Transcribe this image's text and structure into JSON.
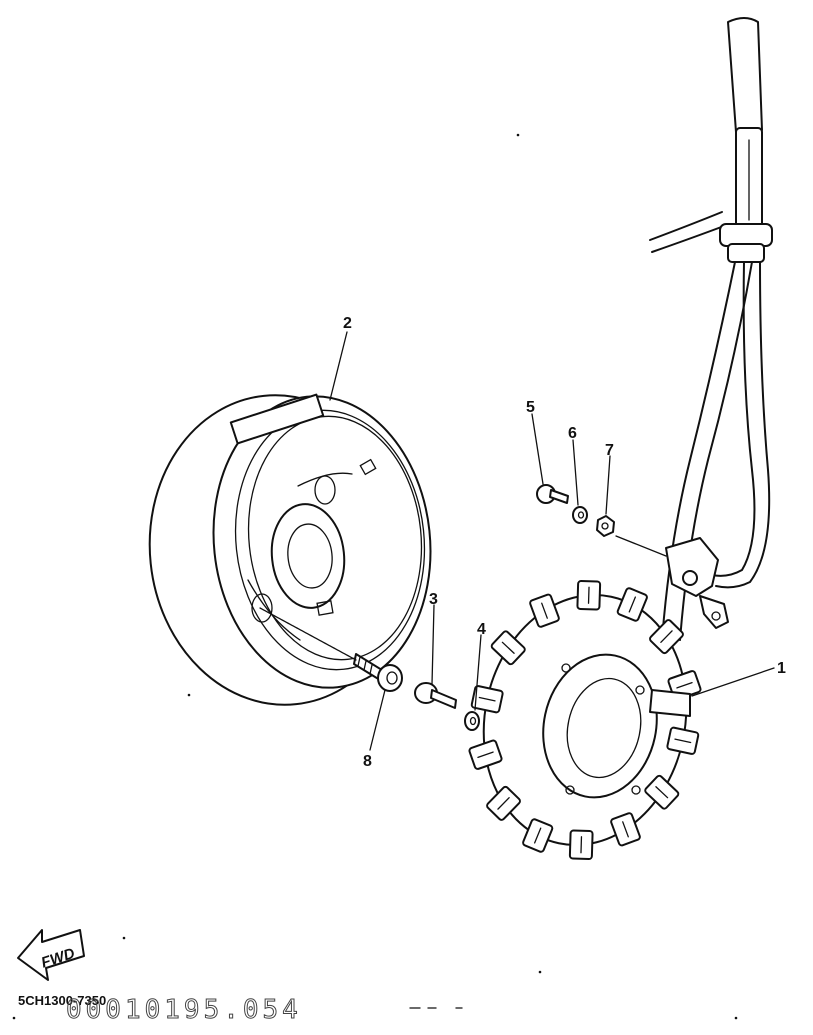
{
  "callouts": [
    {
      "id": "1",
      "label": "1"
    },
    {
      "id": "2",
      "label": "2"
    },
    {
      "id": "3",
      "label": "3"
    },
    {
      "id": "4",
      "label": "4"
    },
    {
      "id": "5",
      "label": "5"
    },
    {
      "id": "6",
      "label": "6"
    },
    {
      "id": "7",
      "label": "7"
    },
    {
      "id": "8",
      "label": "8"
    }
  ],
  "direction_badge": {
    "text": "FWD",
    "icon": "forward-arrow-icon"
  },
  "diagram_code": "5CH1300-7350",
  "stamp_text": "00010195.054"
}
